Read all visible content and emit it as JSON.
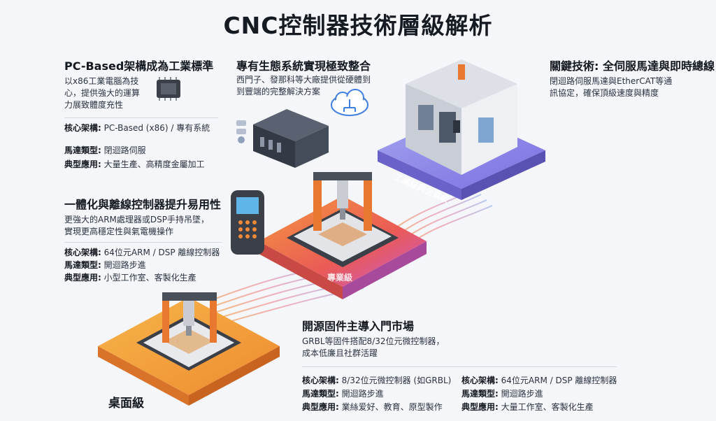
{
  "title": "CNC控制器技術層級解析",
  "pc_section": {
    "heading": "PC-Based架構成為工業標準",
    "desc": [
      "以x86工業電腦為技",
      "心，提供強大的運算",
      "力展致體度充性"
    ],
    "rows": [
      {
        "k": "核心架構:",
        "v": " PC-Based (x86) / 專有系統"
      },
      {
        "k": "馬達類型:",
        "v": " 閉迴路伺服"
      },
      {
        "k": "典型應用:",
        "v": " 大量生產、高精度金屬加工"
      }
    ]
  },
  "eco_section": {
    "heading": "專有生態系統實現極致整合",
    "desc": [
      "西門子、發那科等大廠提供從硬體到",
      "到豐端的完整解決方案"
    ]
  },
  "key_section": {
    "heading": "關鍵技術: 全伺服馬達與即時總線",
    "desc": [
      "閉迴路伺服馬達與EtherCAT等通",
      "訊協定，確保頂級速度與精度"
    ]
  },
  "integrated_section": {
    "heading": "一體化與離線控制器提升易用性",
    "desc": [
      "更強大的ARM處理器或DSP手持吊墜，",
      "實現更高穩定性與氣電機操作"
    ],
    "rows": [
      {
        "k": "核心架構:",
        "v": " 64位元ARM / DSP 離線控制器"
      },
      {
        "k": "馬達類型:",
        "v": " 開迴路步進"
      },
      {
        "k": "典型應用:",
        "v": " 小型工作室、客製化生產"
      }
    ]
  },
  "open_section": {
    "heading": "開源固件主導入門市場",
    "desc": [
      "GRBL等固件搭配8/32位元微控制器，",
      "成本低廉且社群活躍"
    ]
  },
  "bottom_left": [
    {
      "k": "核心架構:",
      "v": " 8/32位元微控制器 (如GRBL)"
    },
    {
      "k": "馬達類型:",
      "v": " 開迴路步進"
    },
    {
      "k": "典型應用:",
      "v": " 業絲爱好、教育、原型製作"
    }
  ],
  "bottom_right": [
    {
      "k": "核心架構:",
      "v": " 64位元ARM / DSP 離線控制器"
    },
    {
      "k": "馬達類型:",
      "v": " 開迴路步進"
    },
    {
      "k": "典型應用:",
      "v": " 大量工作室、客製化生產"
    }
  ],
  "platforms": {
    "desktop": "桌面級",
    "pro": "專業級",
    "industrial": "工業級與企業級"
  },
  "colors": {
    "desktop_platform": "#f4a03a",
    "pro_platform": "#f06a3c",
    "industrial_platform": "#8a7fe6",
    "frame_orange": "#e8772f"
  }
}
